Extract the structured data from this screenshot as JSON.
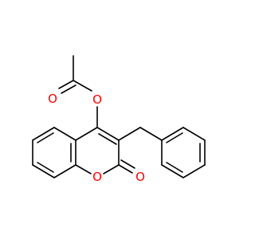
{
  "atoms": {
    "ester_oxygen": "O",
    "carbonyl_oxygen_acetyl": "O",
    "ring_oxygen": "O",
    "carbonyl_oxygen_lactone": "O"
  },
  "colors": {
    "bond": "#000000",
    "oxygen": "#ff0000",
    "background": "#ffffff"
  }
}
